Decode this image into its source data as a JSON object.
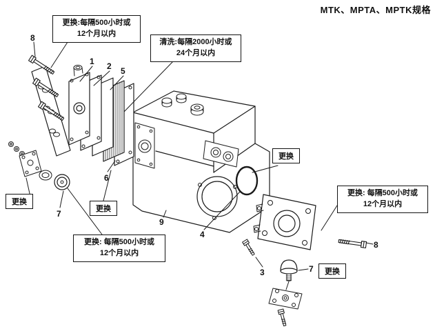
{
  "page": {
    "spec_label": "MTK、MPTA、MPTK规格"
  },
  "callouts": {
    "replace_500h_top": {
      "line1": "更换:每隔500小时或",
      "line2": "12个月以内"
    },
    "clean_2000h": {
      "line1": "清洗:每隔2000小时或",
      "line2": "24个月以内"
    },
    "replace_oring": {
      "label": "更换"
    },
    "replace_left_plate": {
      "label": "更换"
    },
    "replace_gasket": {
      "label": "更换"
    },
    "replace_500h_bottom_left": {
      "line1": "更换: 每隔500小时或",
      "line2": "12个月以内"
    },
    "replace_500h_right": {
      "line1": "更换: 每隔500小时或",
      "line2": "12个月以内"
    },
    "replace_mount": {
      "label": "更换"
    }
  },
  "part_numbers": {
    "bolt_top": "8",
    "cover_1": "1",
    "plate_2": "2",
    "gasket_5": "5",
    "frame_6": "6",
    "cap_left_7": "7",
    "body_9": "9",
    "oring_4": "4",
    "bolt_3": "3",
    "bolt_right_8": "8",
    "mount_right_7": "7"
  }
}
